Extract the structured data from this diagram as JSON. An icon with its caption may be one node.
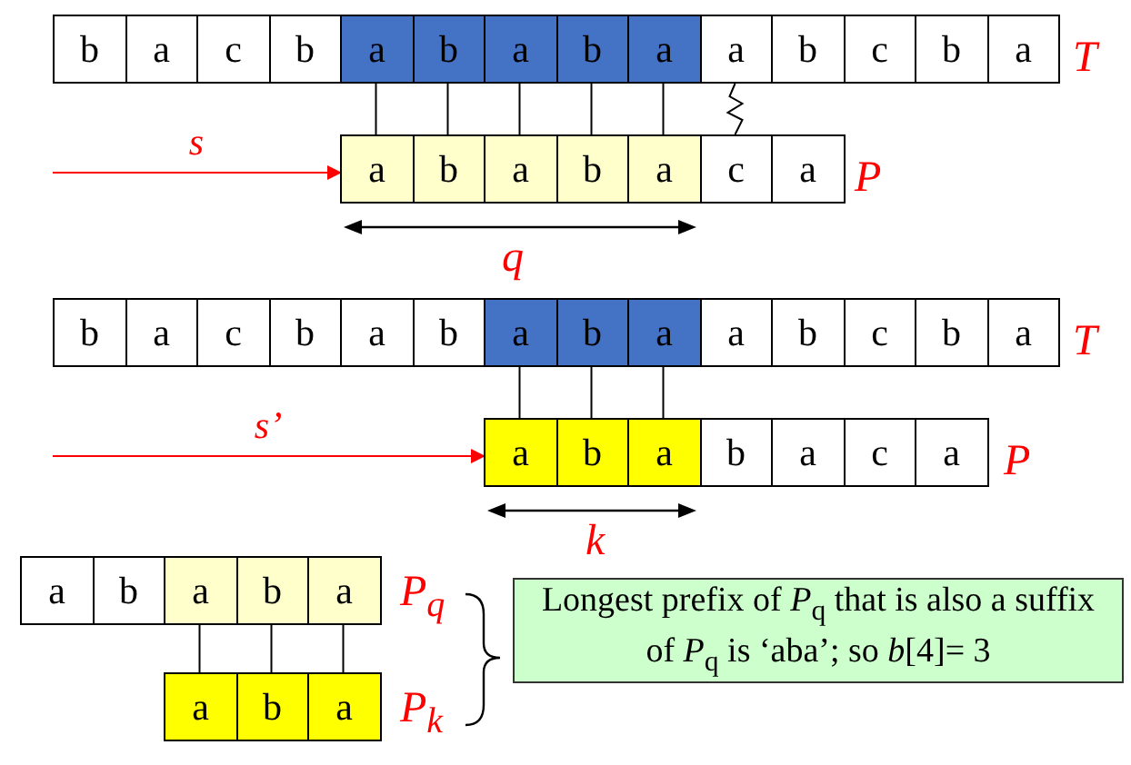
{
  "diagram": {
    "nodes": [
      {
        "text": [
          "b"
        ]
      },
      {
        "text": [
          "a"
        ]
      },
      {
        "text": [
          "c"
        ]
      },
      {
        "text": [
          "b"
        ]
      },
      {
        "text": [
          "a"
        ]
      },
      {
        "text": [
          "b"
        ]
      },
      {
        "text": [
          "a"
        ]
      },
      {
        "text": [
          "b"
        ]
      },
      {
        "text": [
          "a"
        ]
      },
      {
        "text": [
          "a"
        ]
      },
      {
        "text": [
          "b"
        ]
      },
      {
        "text": [
          "c"
        ]
      },
      {
        "text": [
          "b"
        ]
      },
      {
        "text": [
          "a"
        ]
      },
      {
        "text": [
          "a"
        ]
      },
      {
        "text": [
          "b"
        ]
      },
      {
        "text": [
          "a"
        ]
      },
      {
        "text": [
          "b"
        ]
      },
      {
        "text": [
          "a"
        ]
      },
      {
        "text": [
          "c"
        ]
      },
      {
        "text": [
          "a"
        ]
      },
      {
        "text": [
          "b"
        ]
      },
      {
        "text": [
          "a"
        ]
      },
      {
        "text": [
          "c"
        ]
      },
      {
        "text": [
          "b"
        ]
      },
      {
        "text": [
          "a"
        ]
      },
      {
        "text": [
          "b"
        ]
      },
      {
        "text": [
          "a"
        ]
      },
      {
        "text": [
          "b"
        ]
      },
      {
        "text": [
          "a"
        ]
      },
      {
        "text": [
          "a"
        ]
      },
      {
        "text": [
          "b"
        ]
      },
      {
        "text": [
          "c"
        ]
      },
      {
        "text": [
          "b"
        ]
      },
      {
        "text": [
          "a"
        ]
      },
      {
        "text": [
          "a"
        ]
      },
      {
        "text": [
          "b"
        ]
      },
      {
        "text": [
          "a"
        ]
      },
      {
        "text": [
          "b"
        ]
      },
      {
        "text": [
          "a"
        ]
      },
      {
        "text": [
          "c"
        ]
      },
      {
        "text": [
          "a"
        ]
      },
      {
        "text": [
          "a"
        ]
      },
      {
        "text": [
          "b"
        ]
      },
      {
        "text": [
          "a"
        ]
      },
      {
        "text": [
          "b"
        ]
      },
      {
        "text": [
          "a"
        ]
      },
      {
        "text": [
          "a"
        ]
      },
      {
        "text": [
          "b"
        ]
      },
      {
        "text": [
          "a"
        ]
      },
      {
        "text": [
          "Longest prefix of *P*$_{q}$ that is also a suffix of *P*$_{q}$ is ‘aba’; so *b*[4]= 3"
        ]
      }
    ],
    "edges": [
      {
        "from": 4,
        "to": 14,
        "arrow": "none"
      },
      {
        "from": 5,
        "to": 15,
        "arrow": "none"
      },
      {
        "from": 6,
        "to": 16,
        "arrow": "none"
      },
      {
        "from": 7,
        "to": 17,
        "arrow": "none"
      },
      {
        "from": 8,
        "to": 18,
        "arrow": "none"
      },
      {
        "from": 9,
        "to": 19,
        "arrow": "none"
      },
      {
        "from": null,
        "to": 14,
        "arrow": "to",
        "label": "s",
        "color": "#ff0000"
      },
      {
        "from": 27,
        "to": 35,
        "arrow": "none"
      },
      {
        "from": 28,
        "to": 36,
        "arrow": "none"
      },
      {
        "from": 29,
        "to": 37,
        "arrow": "none"
      },
      {
        "from": null,
        "to": 35,
        "arrow": "to",
        "label": "s’",
        "color": "#ff0000"
      },
      {
        "from": 44,
        "to": 47,
        "arrow": "none"
      },
      {
        "from": 45,
        "to": 48,
        "arrow": "none"
      },
      {
        "from": 46,
        "to": 49,
        "arrow": "none"
      }
    ],
    "labels": [
      "T",
      "P",
      "q",
      "T",
      "P",
      "k",
      "P$_{q}$",
      "P$_{k}$"
    ]
  }
}
